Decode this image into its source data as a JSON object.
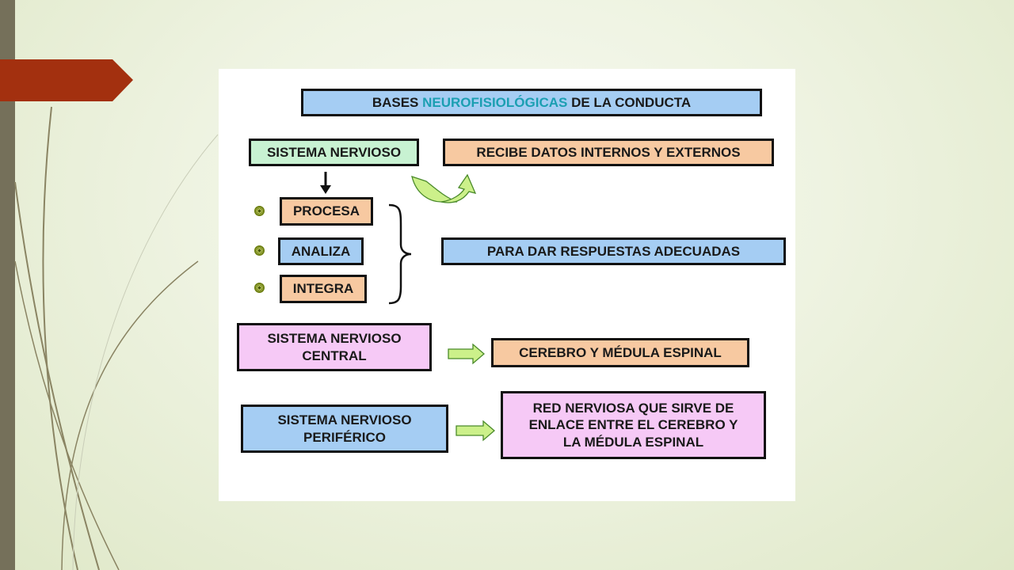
{
  "slide": {
    "title": {
      "part1": "BASES ",
      "highlight": "NEUROFISIOLÓGICAS",
      "part2": " DE LA CONDUCTA"
    },
    "nodes": {
      "sistema_nervioso": "SISTEMA NERVIOSO",
      "recibe_datos": "RECIBE DATOS INTERNOS Y EXTERNOS",
      "procesa": "PROCESA",
      "analiza": "ANALIZA",
      "integra": "INTEGRA",
      "respuestas": "PARA DAR RESPUESTAS ADECUADAS",
      "snc_line1": "SISTEMA NERVIOSO",
      "snc_line2": "CENTRAL",
      "snc_desc": "CEREBRO Y MÉDULA ESPINAL",
      "snp_line1": "SISTEMA NERVIOSO",
      "snp_line2": "PERIFÉRICO",
      "snp_desc_line1": "RED NERVIOSA QUE SIRVE DE",
      "snp_desc_line2": "ENLACE ENTRE EL CEREBRO Y",
      "snp_desc_line3": "LA MÉDULA ESPINAL"
    },
    "colors": {
      "blue": "#a5cdf3",
      "green": "#c8f2d2",
      "orange": "#f7c9a1",
      "pink": "#f6c9f6",
      "highlight_text": "#1b9fb2",
      "arrow_green": "#ccf08a",
      "accent_tab": "#a3300f",
      "side_bar": "#75705a"
    }
  }
}
